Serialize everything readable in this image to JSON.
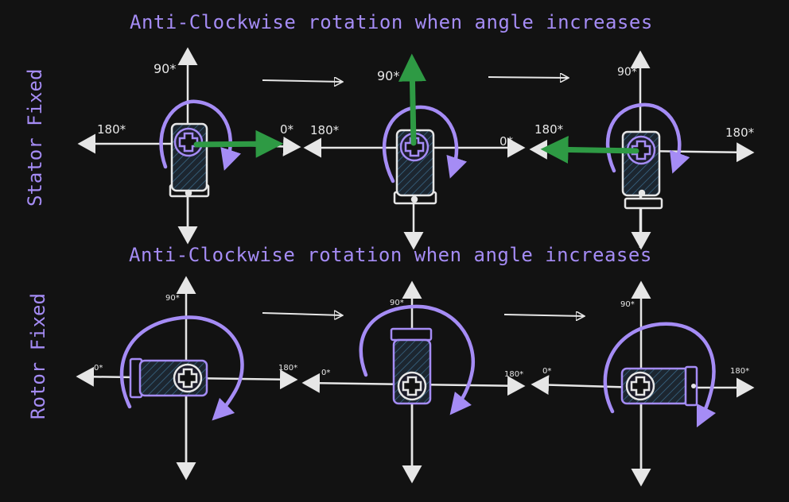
{
  "top_title": "Anti-Clockwise rotation when angle increases",
  "bottom_title": "Anti-Clockwise rotation when angle increases",
  "row_labels": {
    "top": "Stator Fixed",
    "bottom": "Rotor Fixed"
  },
  "top_row": [
    {
      "left": "180*",
      "right": "0*",
      "up": "90*"
    },
    {
      "left": "180*",
      "right": "0*",
      "up": "90*"
    },
    {
      "left": "180*",
      "right": "180*",
      "up": "90*"
    }
  ],
  "bottom_row": [
    {
      "left": "0*",
      "right": "180*",
      "up": "90*"
    },
    {
      "left": "0*",
      "right": "180*",
      "up": "90*"
    },
    {
      "left": "0*",
      "right": "180*",
      "up": "90*"
    }
  ],
  "colors": {
    "purple": "#a58cf5",
    "green": "#2e9a44",
    "white": "#e6e6e6",
    "background": "#121212"
  }
}
